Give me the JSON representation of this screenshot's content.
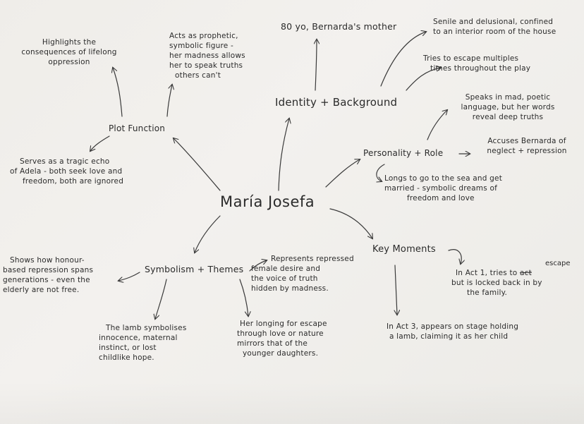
{
  "center": "María Josefa",
  "branches": {
    "identity": {
      "title": "Identity + Background",
      "age": "80 yo, Bernarda's mother",
      "senile": [
        "Senile and delusional, confined",
        "to an interior room of the house"
      ],
      "escape": [
        "Tries to escape multiples",
        "times throughout the play"
      ]
    },
    "personality": {
      "title": "Personality + Role",
      "speaks": [
        "Speaks in mad, poetic",
        "language, but her words",
        "reveal deep truths"
      ],
      "accuses": [
        "Accuses Bernarda of",
        "neglect + repression"
      ],
      "longs": [
        "Longs to go to the sea and get",
        "married - symbolic dreams of",
        "freedom and love"
      ]
    },
    "plot": {
      "title": "Plot Function",
      "highlights": [
        "Highlights the",
        "consequences of lifelong",
        "oppression"
      ],
      "prophetic": [
        "Acts as prophetic,",
        "symbolic figure -",
        "her madness allows",
        "her to speak truths",
        "others can't"
      ],
      "echo": [
        "Serves as a tragic echo",
        "of Adela - both seek love and",
        "freedom, both are ignored"
      ]
    },
    "symbolism": {
      "title": "Symbolism + Themes",
      "honour": [
        "Shows how honour-",
        "based repression spans",
        "generations - even the",
        "elderly are not free."
      ],
      "represents": [
        "Represents repressed",
        "female desire and",
        "the voice of truth",
        "hidden by madness."
      ],
      "lamb": [
        "The lamb symbolises",
        "innocence, maternal",
        "instinct, or lost",
        "childlike hope."
      ],
      "longing": [
        "Her longing for escape",
        "through love or nature",
        "mirrors that of the",
        "younger daughters."
      ]
    },
    "moments": {
      "title": "Key Moments",
      "act1_a": "In Act 1, tries to",
      "act1_struck": "act",
      "act1_correction": "escape",
      "act1_b": [
        "but is locked back in by",
        "the family."
      ],
      "act3": [
        "In Act 3, appears on stage holding",
        "a lamb, claiming it as her child"
      ]
    }
  }
}
